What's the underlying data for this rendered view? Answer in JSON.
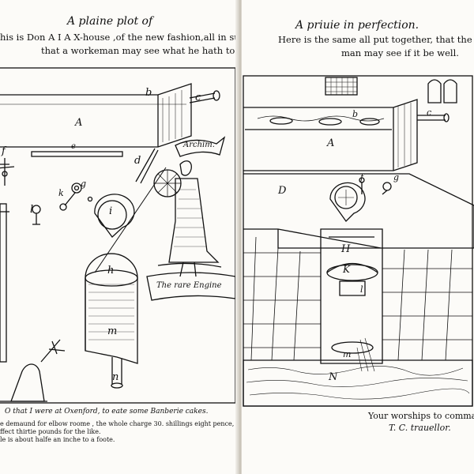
{
  "left_page": {
    "title": "A plaine plot of",
    "line1": "his is Don A I A X-house ,of the new fashion,all in sunder,",
    "line2": "that a workeman may see what he hath to do.",
    "labels": {
      "A": "A",
      "b": "b",
      "c": "c",
      "e": "e",
      "f": "f",
      "d": "d",
      "k": "k",
      "g": "g",
      "i": "i",
      "l": "l",
      "h": "h",
      "m": "m",
      "n": "n"
    },
    "banner_top": "Archim.",
    "banner_bottom": "The rare Engine",
    "foot1": "O that I were at Oxenford, to eate some Banberie cakes.",
    "foot2": "e demaund for elbow roome , the whole charge 30. shillings eight pence, yet a masons",
    "foot3": "ffect thirtie pounds for the like.",
    "foot4": "le is about halfe an inche to a foote."
  },
  "right_page": {
    "title": "A priuie in perfection.",
    "line1": "Here is the same all put together, that the worke-",
    "line2": "man may see if it be well.",
    "labels": {
      "A": "A",
      "b": "b",
      "c": "c",
      "f": "f",
      "g": "g",
      "D": "D",
      "H": "H",
      "K": "K",
      "l": "l",
      "m": "m",
      "N": "N"
    },
    "foot1": "Your worships to commaund",
    "foot2": "T. C. trauellor."
  },
  "colors": {
    "paper": "#fcfbf8",
    "ink": "#111111",
    "gutter": "#bfb9ae"
  }
}
